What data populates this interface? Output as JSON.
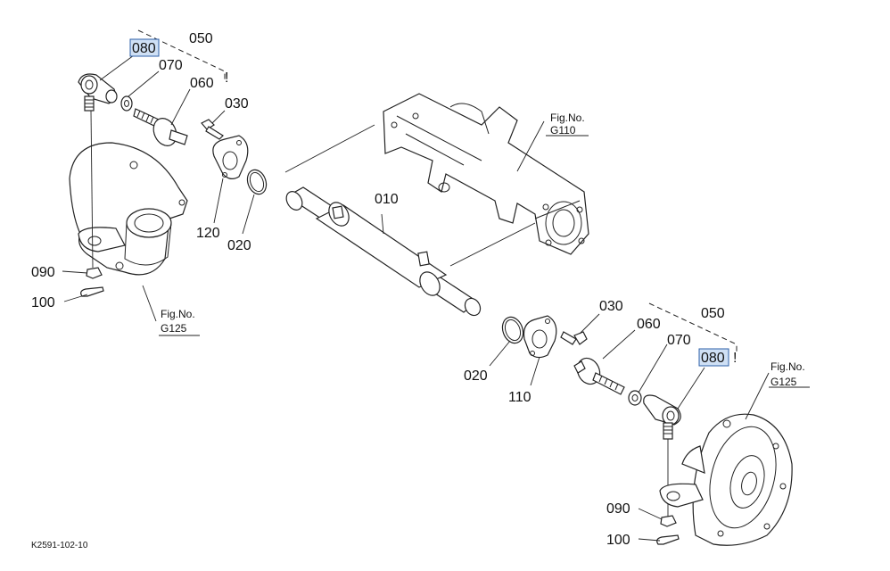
{
  "diagram": {
    "drawing_code": "K2591-102-10",
    "labels": {
      "p050_left": "050",
      "p080_left": "080",
      "p070_left": "070",
      "p060_left": "060",
      "p030_left": "030",
      "p120": "120",
      "p020_left": "020",
      "p010": "010",
      "p090_left": "090",
      "p100_left": "100",
      "p030_right": "030",
      "p050_right": "050",
      "p060_right": "060",
      "p070_right": "070",
      "p080_right": "080",
      "p020_right": "020",
      "p110": "110",
      "p090_right": "090",
      "p100_right": "100",
      "bang_left": "!",
      "bang_right": "!"
    },
    "fig_refs": {
      "g110_title": "Fig.No.",
      "g110_num": "G110",
      "g125_left_title": "Fig.No.",
      "g125_left_num": "G125",
      "g125_right_title": "Fig.No.",
      "g125_right_num": "G125"
    },
    "highlight_color": "#cfe0f5"
  }
}
